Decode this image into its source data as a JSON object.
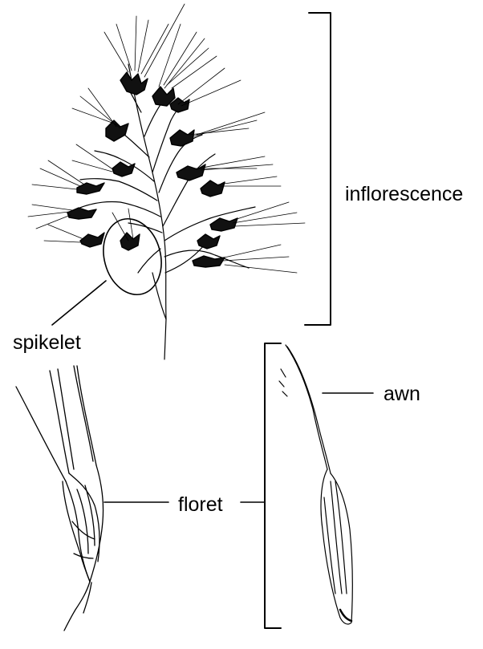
{
  "labels": {
    "inflorescence": "inflorescence",
    "spikelet": "spikelet",
    "awn": "awn",
    "floret": "floret"
  },
  "colors": {
    "ink": "#000000",
    "background": "#ffffff"
  }
}
